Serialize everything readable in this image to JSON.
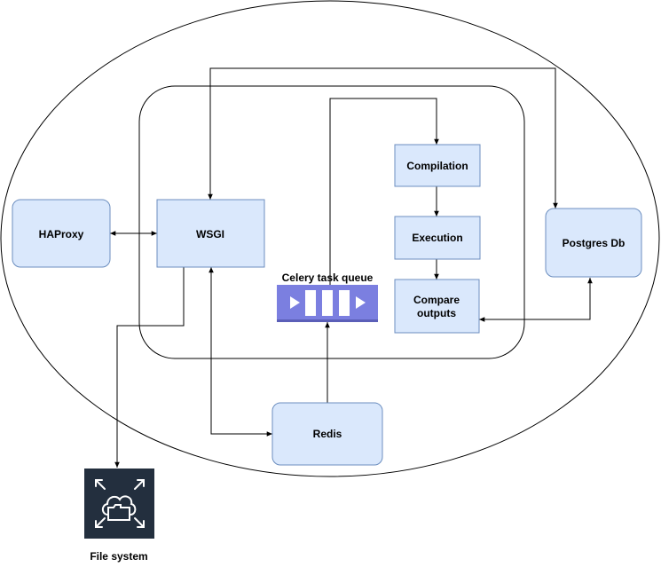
{
  "nodes": {
    "haproxy": "HAProxy",
    "wsgi": "WSGI",
    "compilation": "Compilation",
    "execution": "Execution",
    "compare_line1": "Compare",
    "compare_line2": "outputs",
    "postgres": "Postgres Db",
    "redis": "Redis",
    "celery": "Celery task queue",
    "filesystem": "File system"
  },
  "colors": {
    "node_fill": "#dae8fc",
    "node_stroke": "#6c8ebf",
    "queue_fill": "#7b7fe0",
    "queue_bar": "#5b5fb8",
    "icon_bg": "#232f3e",
    "line": "#000000"
  },
  "icons": {
    "queue": "queue-icon",
    "filesystem": "folder-cloud-icon"
  }
}
